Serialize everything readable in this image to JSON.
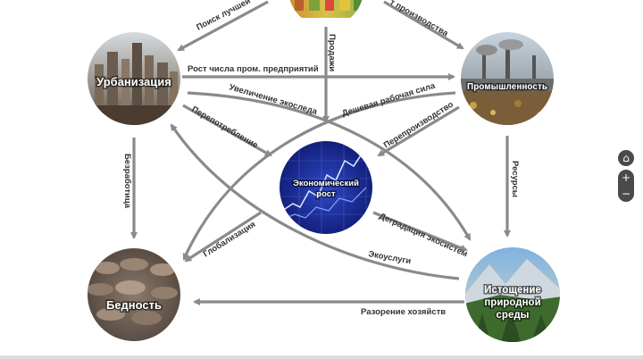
{
  "nodes": {
    "top": {
      "label": ""
    },
    "urbanization": {
      "label": "Урбанизация"
    },
    "industry": {
      "label": "Промышленность"
    },
    "growth": {
      "label_line1": "Экономический",
      "label_line2": "рост"
    },
    "poverty": {
      "label": "Бедность"
    },
    "depletion": {
      "label_line1": "Истощение",
      "label_line2": "природной",
      "label_line3": "среды"
    }
  },
  "edges": {
    "search_better": "Поиск лучшей",
    "production_growth": "т производства",
    "sales": "Продажи",
    "factories_growth": "Рост числа пром. предприятий",
    "ecological_footprint": "Увеличение экоследа",
    "overconsumption": "Перепотребление",
    "cheap_labor": "Дешевая рабочая сила",
    "overproduction": "Перепроизводство",
    "unemployment": "Безработица",
    "resources": "Ресурсы",
    "globalization": "Глобализация",
    "ecosystem_degradation": "Деградация экосистем",
    "ecoservices": "Экоуслуги",
    "farm_ruin": "Разорение хозяйств"
  },
  "colors": {
    "edge": "#8a8a8a",
    "label": "#333333",
    "growth_bg": "#1a2a8c",
    "zoom_bg": "#4a4a4a"
  },
  "zoom": {
    "home_icon": "⌂",
    "plus": "+",
    "minus": "−"
  }
}
